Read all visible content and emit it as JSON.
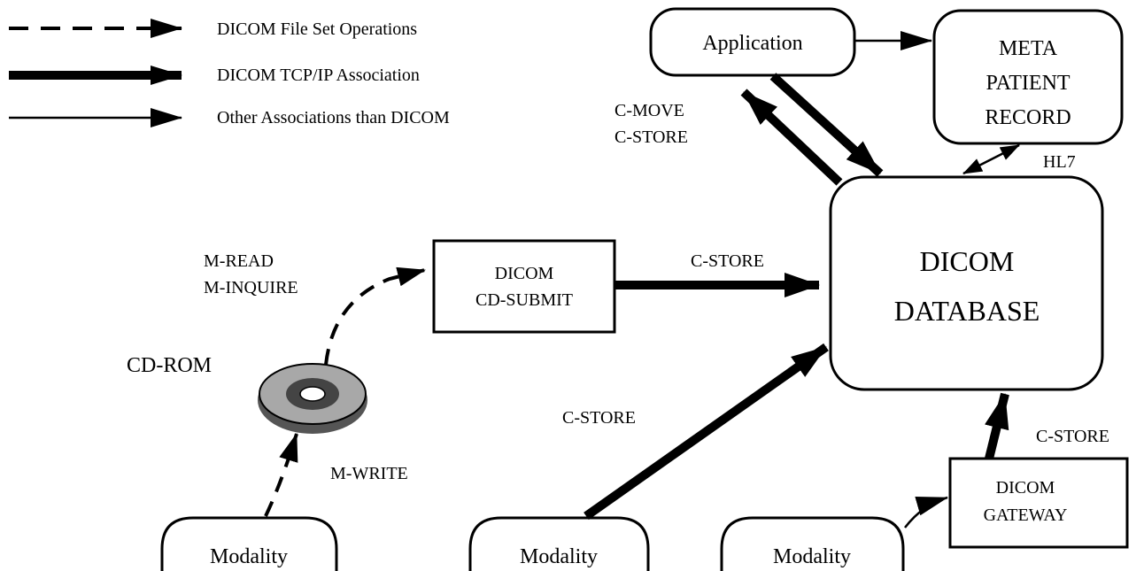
{
  "legend": [
    {
      "style": "dashed",
      "label": "DICOM File Set Operations"
    },
    {
      "style": "thick",
      "label": "DICOM TCP/IP Association"
    },
    {
      "style": "thin",
      "label": "Other Associations than DICOM"
    }
  ],
  "nodes": {
    "application": "Application",
    "meta_line1": "META",
    "meta_line2": "PATIENT",
    "meta_line3": "RECORD",
    "database_line1": "DICOM",
    "database_line2": "DATABASE",
    "cd_submit_line1": "DICOM",
    "cd_submit_line2": "CD-SUBMIT",
    "gateway_line1": "DICOM",
    "gateway_line2": "GATEWAY",
    "cdrom": "CD-ROM",
    "modality_left": "Modality",
    "modality_center": "Modality",
    "modality_right": "Modality"
  },
  "edge_labels": {
    "c_move": "C-MOVE",
    "c_store_app": "C-STORE",
    "hl7": "HL7",
    "m_read": "M-READ",
    "m_inquire": "M-INQUIRE",
    "c_store_submit": "C-STORE",
    "c_store_modality": "C-STORE",
    "c_store_gateway": "C-STORE",
    "m_write": "M-WRITE"
  },
  "colors": {
    "ink": "#000000",
    "disc_gray": "#a8a8a8",
    "disc_dark": "#555555"
  }
}
